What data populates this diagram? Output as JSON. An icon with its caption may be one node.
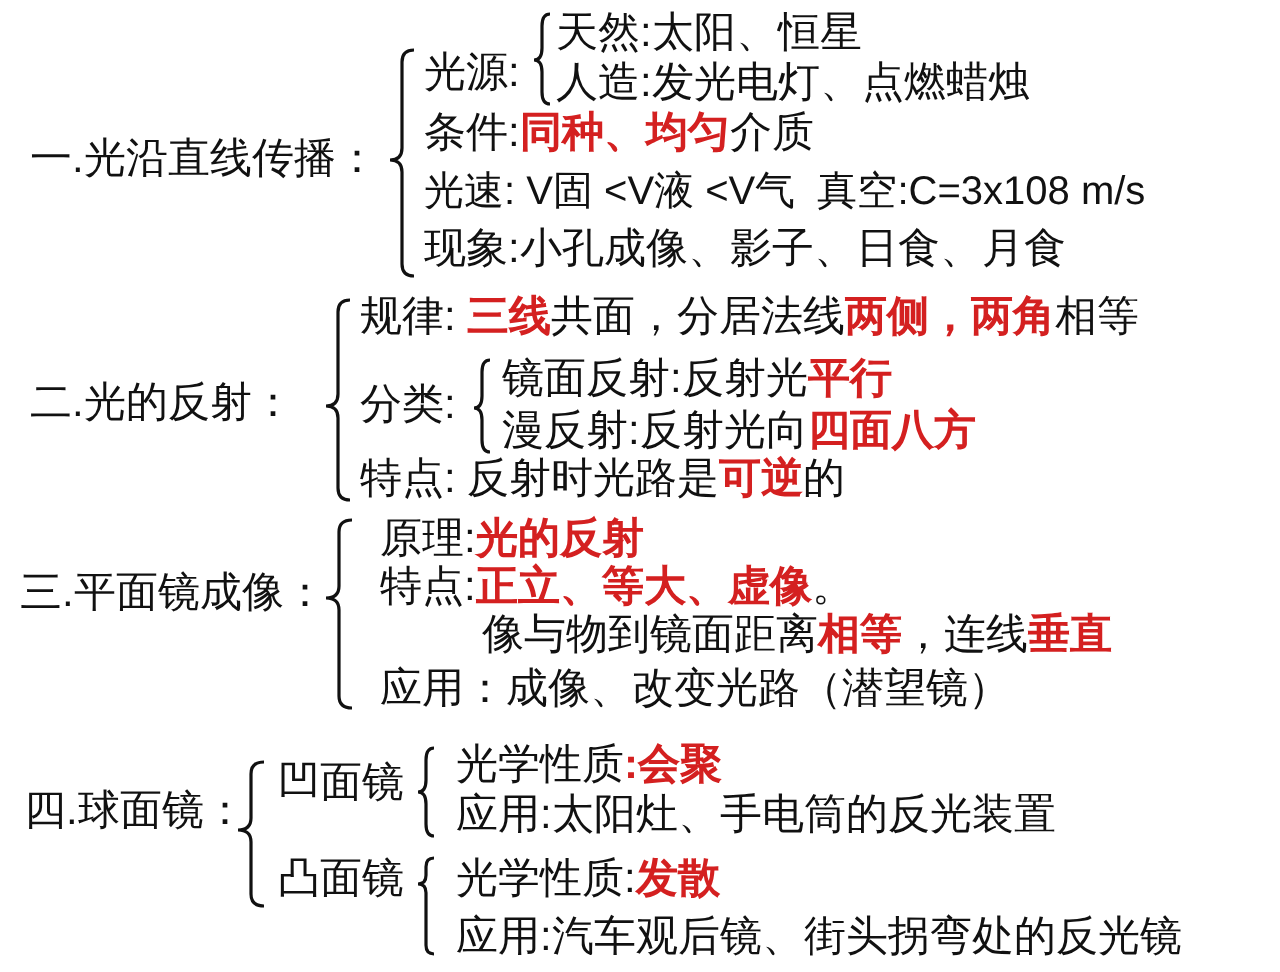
{
  "diagram": {
    "labels": [
      "一.光沿直线传播：",
      "光源:",
      "天然:太阳、恒星",
      "人造:发光电灯、点燃蜡烛",
      "条件:**同种、均匀**介质",
      "光速: V固 <V液 <V气  真空:C=3x108 m/s",
      "现象:小孔成像、影子、日食、月食",
      "二.光的反射：",
      "规律: **三线**共面，分居法线**两侧，两角**相等",
      "分类:",
      "镜面反射:反射光**平行**",
      "漫反射:反射光向**四面八方**",
      "特点: 反射时光路是**可逆**的",
      "三.平面镜成像：",
      "原理:**光的反射**",
      "特点:**正立、等大、虚像**。",
      "像与物到镜面距离**相等**，连线**垂直**",
      "应用：成像、改变光路（潜望镜）",
      "四.球面镜：",
      "凹面镜",
      "光学性质**:会聚**",
      "应用:太阳灶、手电筒的反光装置",
      "凸面镜",
      "光学性质:**发散**",
      "应用:汽车观后镜、街头拐弯处的反光镜"
    ]
  }
}
